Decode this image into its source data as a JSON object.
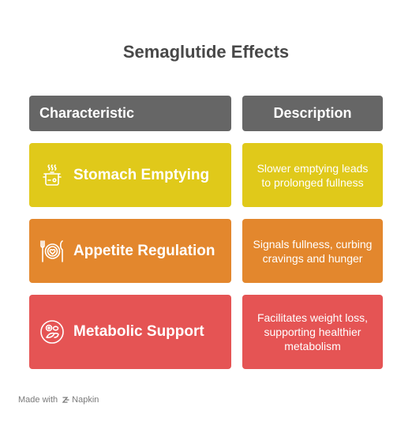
{
  "title": "Semaglutide Effects",
  "headers": {
    "characteristic": "Characteristic",
    "description": "Description"
  },
  "rows": [
    {
      "characteristic": "Stomach Emptying",
      "description": "Slower emptying leads to prolonged fullness",
      "icon": "cooking-pot-steam-icon",
      "color": "#e0c91a"
    },
    {
      "characteristic": "Appetite Regulation",
      "description": "Signals fullness, curbing cravings and hunger",
      "icon": "plate-heart-fork-knife-icon",
      "color": "#e3872d"
    },
    {
      "characteristic": "Metabolic Support",
      "description": "Facilitates weight loss, supporting healthier metabolism",
      "icon": "healthy-food-circle-icon",
      "color": "#e55454"
    }
  ],
  "footer": {
    "made_with": "Made with",
    "brand": "Napkin"
  },
  "colors": {
    "header": "#666666",
    "title": "#484848"
  }
}
